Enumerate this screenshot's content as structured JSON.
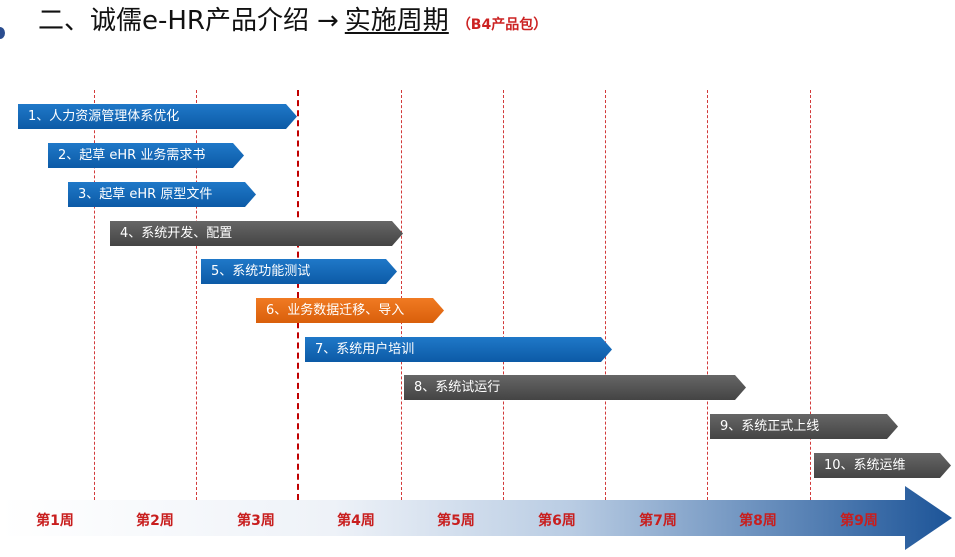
{
  "header": {
    "title_main": "二、诚儒e-HR产品介绍",
    "arrow": "→",
    "title_phase": "实施周期",
    "package": "（B4产品包）"
  },
  "tasks": [
    {
      "label": "1、人力资源管理体系优化",
      "color": "blue"
    },
    {
      "label": "2、起草 eHR 业务需求书",
      "color": "blue"
    },
    {
      "label": "3、起草 eHR 原型文件",
      "color": "blue"
    },
    {
      "label": "4、系统开发、配置",
      "color": "gray"
    },
    {
      "label": "5、系统功能测试",
      "color": "blue"
    },
    {
      "label": "6、业务数据迁移、导入",
      "color": "orange"
    },
    {
      "label": "7、系统用户培训",
      "color": "blue"
    },
    {
      "label": "8、系统试运行",
      "color": "gray"
    },
    {
      "label": "9、系统正式上线",
      "color": "gray"
    },
    {
      "label": "10、系统运维",
      "color": "gray"
    }
  ],
  "weeks": [
    "第1周",
    "第2周",
    "第3周",
    "第4周",
    "第5周",
    "第6周",
    "第7周",
    "第8周",
    "第9周"
  ],
  "colors": {
    "blue": "#0c5aa6",
    "gray": "#555555",
    "orange": "#e46b16",
    "week_text": "#c81e1e",
    "divider": "#d23a3a"
  }
}
